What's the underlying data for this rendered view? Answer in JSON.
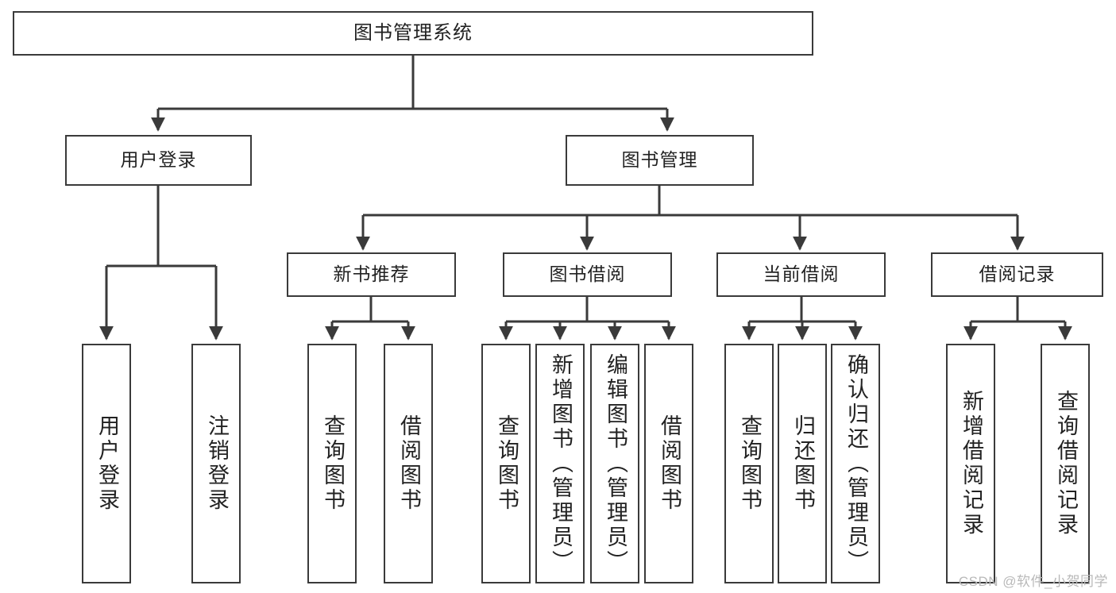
{
  "diagram": {
    "title": "图书管理系统",
    "type": "tree-hierarchy-chart",
    "root": {
      "label": "图书管理系统"
    },
    "level1": [
      {
        "id": "user-login",
        "label": "用户登录"
      },
      {
        "id": "book-management",
        "label": "图书管理"
      }
    ],
    "level2": [
      {
        "id": "new-book-recommend",
        "label": "新书推荐"
      },
      {
        "id": "book-borrow",
        "label": "图书借阅"
      },
      {
        "id": "current-borrow",
        "label": "当前借阅"
      },
      {
        "id": "borrow-record",
        "label": "借阅记录"
      }
    ],
    "leaves": {
      "user_login": [
        {
          "id": "leaf-user-login",
          "label": "用户登录"
        },
        {
          "id": "leaf-logout-login",
          "label": "注销登录"
        }
      ],
      "new_book_recommend": [
        {
          "id": "leaf-query-book-1",
          "label": "查询图书"
        },
        {
          "id": "leaf-borrow-book-1",
          "label": "借阅图书"
        }
      ],
      "book_borrow": [
        {
          "id": "leaf-query-book-2",
          "label": "查询图书"
        },
        {
          "id": "leaf-add-book",
          "label": "新增图书（管理员）"
        },
        {
          "id": "leaf-edit-book",
          "label": "编辑图书（管理员）"
        },
        {
          "id": "leaf-borrow-book-2",
          "label": "借阅图书"
        }
      ],
      "current_borrow": [
        {
          "id": "leaf-query-book-3",
          "label": "查询图书"
        },
        {
          "id": "leaf-return-book",
          "label": "归还图书"
        },
        {
          "id": "leaf-confirm-return",
          "label": "确认归还（管理员）"
        }
      ],
      "borrow_record": [
        {
          "id": "leaf-add-borrow-record",
          "label": "新增借阅记录"
        },
        {
          "id": "leaf-query-borrow-record",
          "label": "查询借阅记录"
        }
      ]
    }
  },
  "watermark": "CSDN @软件_小贺同学",
  "colors": {
    "stroke": "#3a3a3a",
    "text": "#222222",
    "background": "#ffffff",
    "watermark": "#b9b9b9"
  }
}
